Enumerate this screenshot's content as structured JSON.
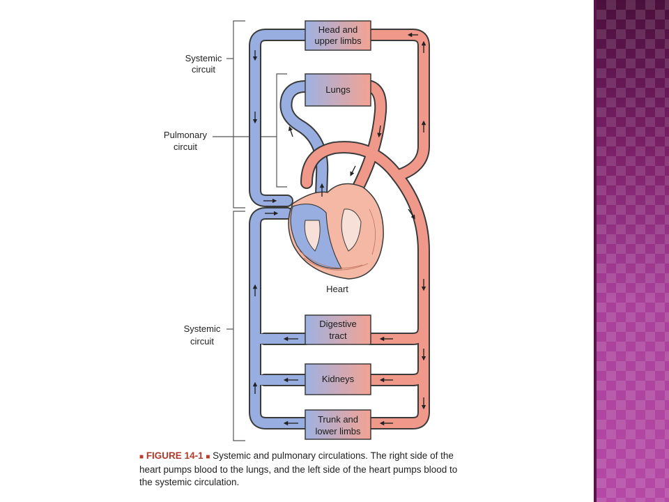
{
  "labels": {
    "systemic_top": [
      "Systemic",
      "circuit"
    ],
    "pulmonary": [
      "Pulmonary",
      "circuit"
    ],
    "systemic_bottom": [
      "Systemic",
      "circuit"
    ],
    "heart": "Heart"
  },
  "organs": {
    "head": [
      "Head and",
      "upper limbs"
    ],
    "lungs": "Lungs",
    "digestive": [
      "Digestive",
      "tract"
    ],
    "kidneys": "Kidneys",
    "trunk": [
      "Trunk and",
      "lower limbs"
    ]
  },
  "caption": {
    "figure": "FIGURE 14-1",
    "text": "Systemic and pulmonary circulations. The right side of the heart pumps blood to the lungs, and the left side of the heart pumps blood to the systemic circulation."
  },
  "colors": {
    "venous": "#98aee0",
    "arterial": "#f0998a",
    "outline": "#3a3a3a",
    "accent": "#a8409a"
  }
}
